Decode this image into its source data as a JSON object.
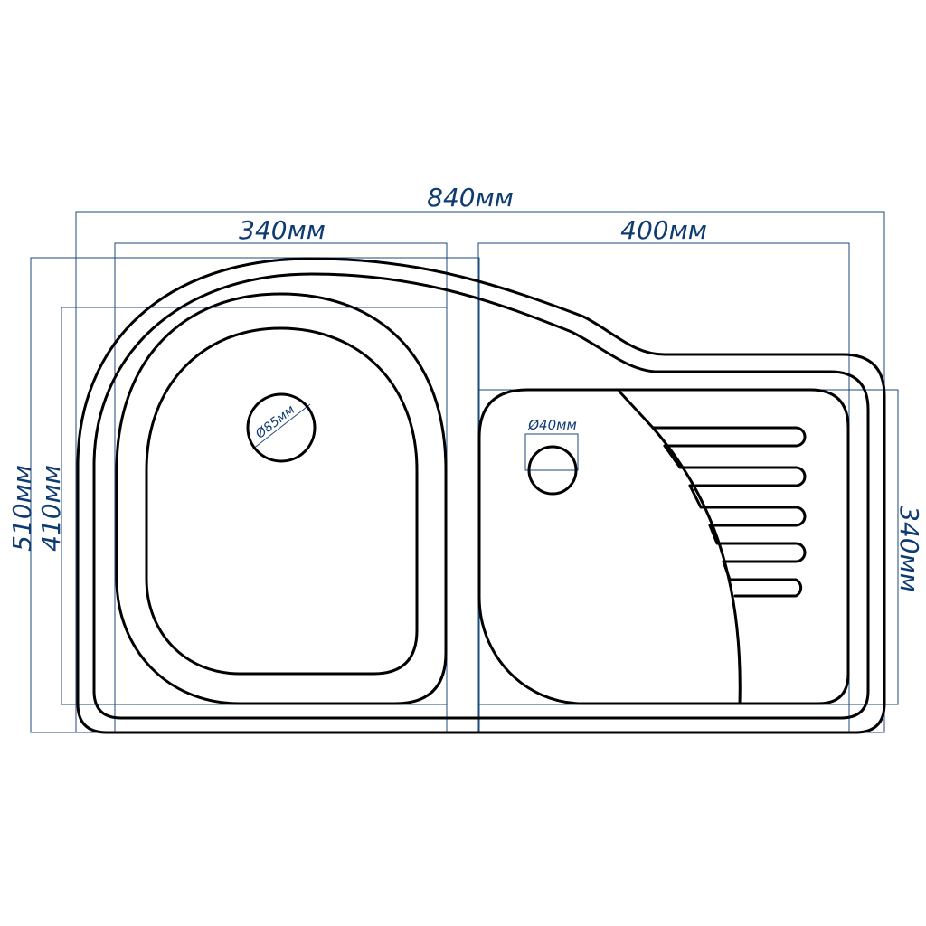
{
  "dimensions": {
    "total_width": "840мм",
    "bowl_width": "340мм",
    "drainer_width": "400мм",
    "total_depth": "510мм",
    "bowl_depth": "410мм",
    "drainer_depth": "340мм",
    "bowl_drain_diameter": "Ø85мм",
    "overflow_diameter": "Ø40мм"
  },
  "colors": {
    "dimension_lines": "#1c4a7c",
    "dimension_text": "#0f3b73",
    "outline": "#000000",
    "background": "#ffffff"
  }
}
